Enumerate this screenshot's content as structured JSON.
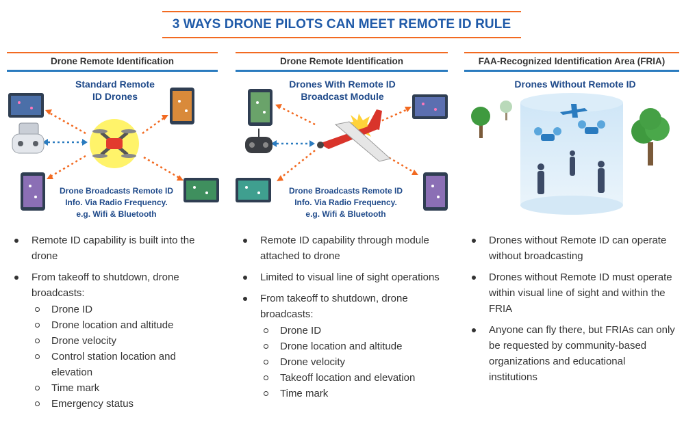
{
  "title": "3 WAYS DRONE PILOTS CAN MEET REMOTE ID RULE",
  "panels": [
    {
      "header": "Drone Remote Identification",
      "subtitle_lines": [
        "Standard Remote",
        "ID Drones"
      ],
      "caption_lines": [
        "Drone Broadcasts Remote ID",
        "Info. Via Radio Frequency.",
        "e.g. Wifi & Bluetooth"
      ],
      "bullets": [
        {
          "text": "Remote ID capability is built into the drone",
          "sub": []
        },
        {
          "text": "From takeoff to shutdown, drone broadcasts:",
          "sub": [
            "Drone ID",
            "Drone location and altitude",
            "Drone velocity",
            "Control station location and elevation",
            "Time mark",
            "Emergency status"
          ]
        }
      ]
    },
    {
      "header": "Drone Remote Identification",
      "subtitle_lines": [
        "Drones With Remote ID",
        "Broadcast Module"
      ],
      "caption_lines": [
        "Drone Broadcasts Remote ID",
        "Info. Via Radio Frequency.",
        "e.g. Wifi & Bluetooth"
      ],
      "bullets": [
        {
          "text": "Remote ID capability through module attached to drone",
          "sub": []
        },
        {
          "text": "Limited to visual line of sight operations",
          "sub": []
        },
        {
          "text": "From takeoff to shutdown, drone broadcasts:",
          "sub": [
            "Drone ID",
            "Drone location and altitude",
            "Drone velocity",
            "Takeoff location and elevation",
            "Time mark"
          ]
        }
      ]
    },
    {
      "header": "FAA-Recognized Identification Area (FRIA)",
      "subtitle_lines": [
        "Drones Without Remote ID"
      ],
      "caption_lines": [],
      "bullets": [
        {
          "text": "Drones without Remote ID can operate without broadcasting",
          "sub": []
        },
        {
          "text": "Drones without Remote ID must operate within visual line of sight and within the FRIA",
          "sub": []
        },
        {
          "text": "Anyone can fly there, but FRIAs can only be requested by community-based organizations and educational institutions",
          "sub": []
        }
      ]
    }
  ],
  "colors": {
    "accent_orange": "#f26a21",
    "accent_blue": "#2a7bbf",
    "title_blue": "#1f5aa8",
    "label_navy": "#1f4a8a"
  }
}
